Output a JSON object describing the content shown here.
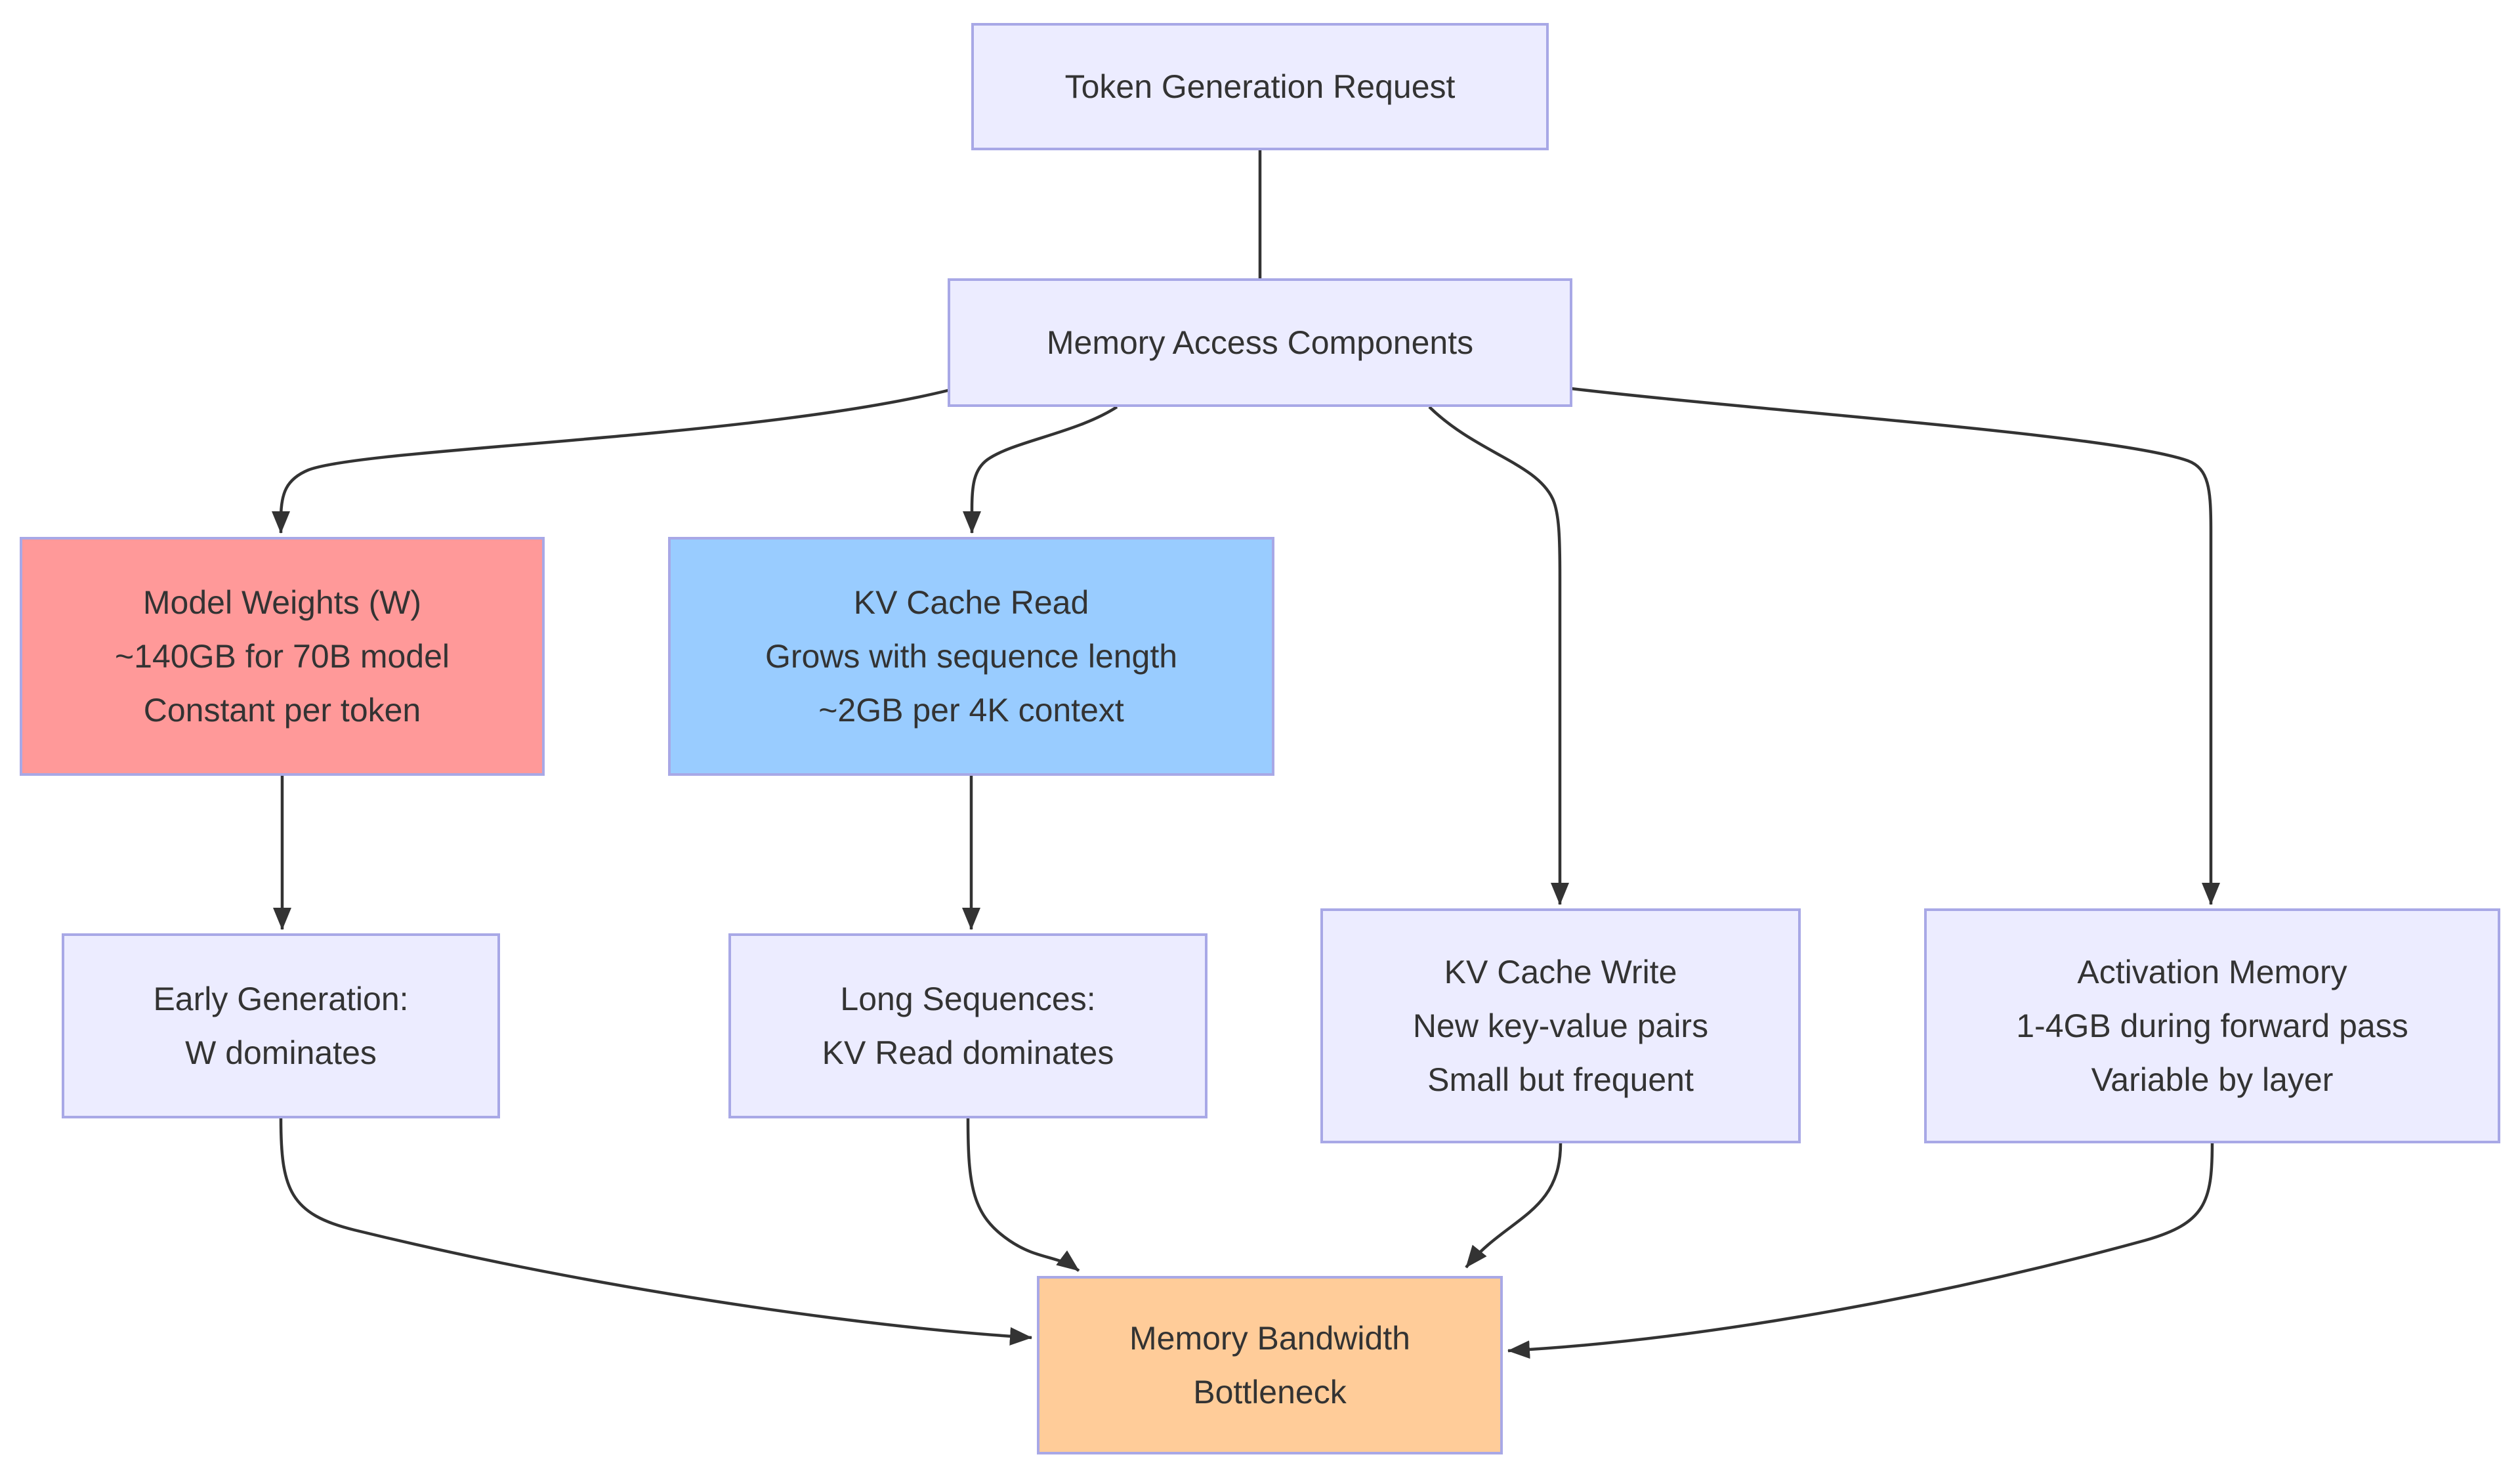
{
  "diagram": {
    "type": "flowchart",
    "direction": "top-down",
    "background": "#ffffff",
    "colors": {
      "default_node_fill": "#ECECFF",
      "node_border": "#A8A8E6",
      "edge_stroke": "#333333",
      "text": "#333333",
      "highlight_red": "#FF9999",
      "highlight_blue": "#99CCFF",
      "highlight_orange": "#FFCC99"
    },
    "nodes": {
      "token": {
        "lines": [
          "Token Generation Request"
        ],
        "fill": "#ECECFF"
      },
      "mac": {
        "lines": [
          "Memory Access Components"
        ],
        "fill": "#ECECFF"
      },
      "weights": {
        "lines": [
          "Model Weights (W)",
          "~140GB for 70B model",
          "Constant per token"
        ],
        "fill": "#FF9999"
      },
      "kvread": {
        "lines": [
          "KV Cache Read",
          "Grows with sequence length",
          "~2GB per 4K context"
        ],
        "fill": "#99CCFF"
      },
      "kvwrite": {
        "lines": [
          "KV Cache Write",
          "New key-value pairs",
          "Small but frequent"
        ],
        "fill": "#ECECFF"
      },
      "activation": {
        "lines": [
          "Activation Memory",
          "1-4GB during forward pass",
          "Variable by layer"
        ],
        "fill": "#ECECFF"
      },
      "early": {
        "lines": [
          "Early Generation:",
          "W dominates"
        ],
        "fill": "#ECECFF"
      },
      "longseq": {
        "lines": [
          "Long Sequences:",
          "KV Read dominates"
        ],
        "fill": "#ECECFF"
      },
      "bottleneck": {
        "lines": [
          "Memory Bandwidth",
          "Bottleneck"
        ],
        "fill": "#FFCC99"
      }
    },
    "edges": [
      {
        "from": "token",
        "to": "mac"
      },
      {
        "from": "mac",
        "to": "weights"
      },
      {
        "from": "mac",
        "to": "kvread"
      },
      {
        "from": "mac",
        "to": "kvwrite"
      },
      {
        "from": "mac",
        "to": "activation"
      },
      {
        "from": "weights",
        "to": "early"
      },
      {
        "from": "kvread",
        "to": "longseq"
      },
      {
        "from": "early",
        "to": "bottleneck"
      },
      {
        "from": "longseq",
        "to": "bottleneck"
      },
      {
        "from": "kvwrite",
        "to": "bottleneck"
      },
      {
        "from": "activation",
        "to": "bottleneck"
      }
    ]
  }
}
